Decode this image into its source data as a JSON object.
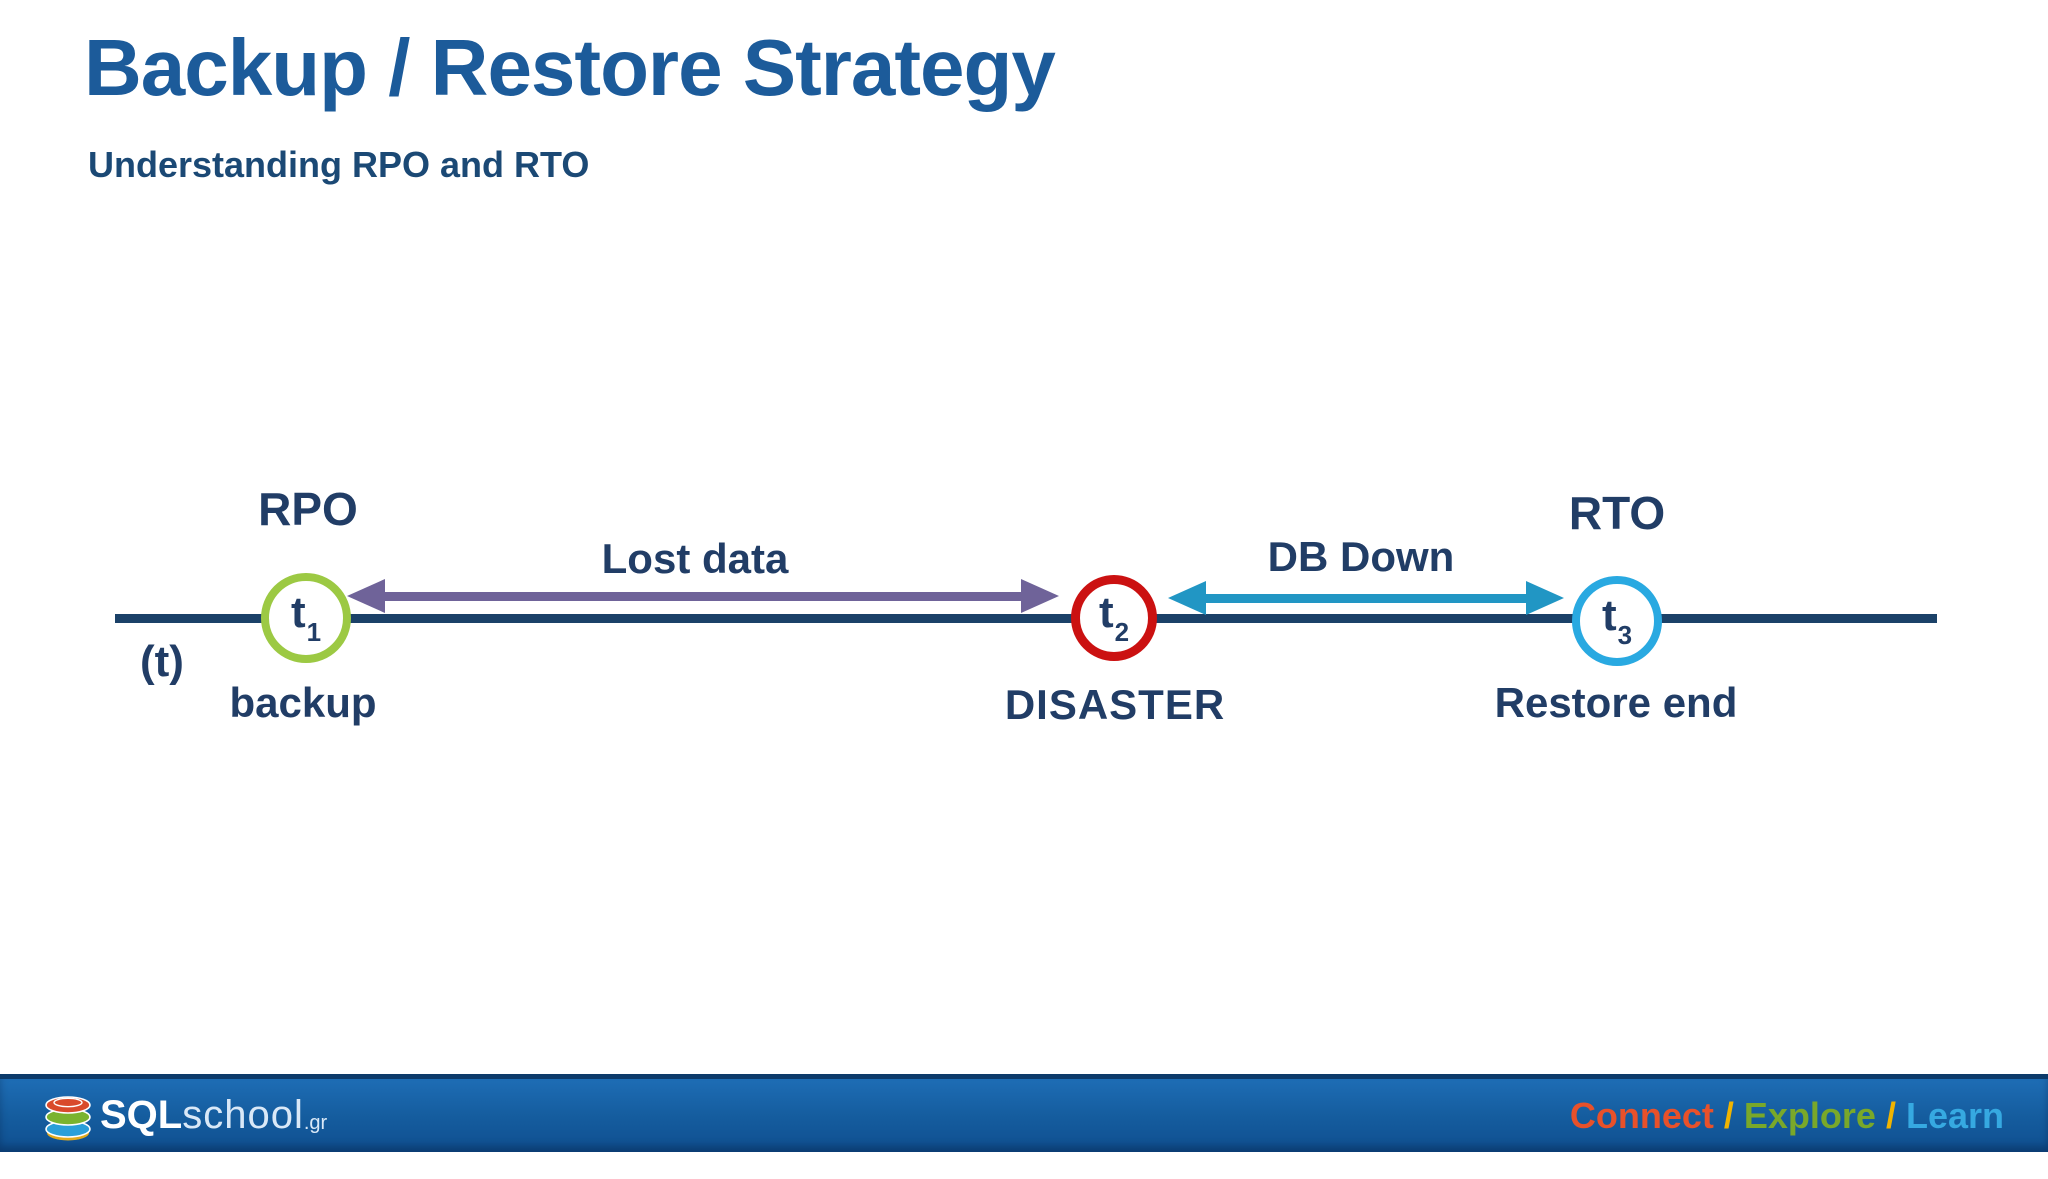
{
  "slide": {
    "title": "Backup / Restore Strategy",
    "subtitle": "Understanding RPO and RTO",
    "title_color": "#1c5b9a",
    "subtitle_color": "#1b4975"
  },
  "diagram": {
    "axis_label": "(t)",
    "line_color": "#1b4168",
    "text_color": "#213d66",
    "markers": [
      {
        "base": "t",
        "sub": "1",
        "top_label": "RPO",
        "bottom_label": "backup",
        "color": "#9cc943"
      },
      {
        "base": "t",
        "sub": "2",
        "top_label": "",
        "bottom_label": "DISASTER",
        "color": "#cb1111"
      },
      {
        "base": "t",
        "sub": "3",
        "top_label": "RTO",
        "bottom_label": "Restore end",
        "color": "#29a9e1"
      }
    ],
    "spans": [
      {
        "label": "Lost data",
        "from": "t1",
        "to": "t2",
        "color": "#6f6399"
      },
      {
        "label": "DB Down",
        "from": "t2",
        "to": "t3",
        "color": "#2196c4"
      }
    ]
  },
  "footer": {
    "logo": {
      "bold": "SQL",
      "light": "school",
      "suffix": ".gr"
    },
    "tagline": [
      {
        "text": "Connect",
        "color": "#e8512a"
      },
      {
        "text": " / ",
        "color": "#f0b400"
      },
      {
        "text": "Explore",
        "color": "#79a82a"
      },
      {
        "text": " / ",
        "color": "#f0b400"
      },
      {
        "text": "Learn",
        "color": "#36a9e1"
      }
    ]
  }
}
